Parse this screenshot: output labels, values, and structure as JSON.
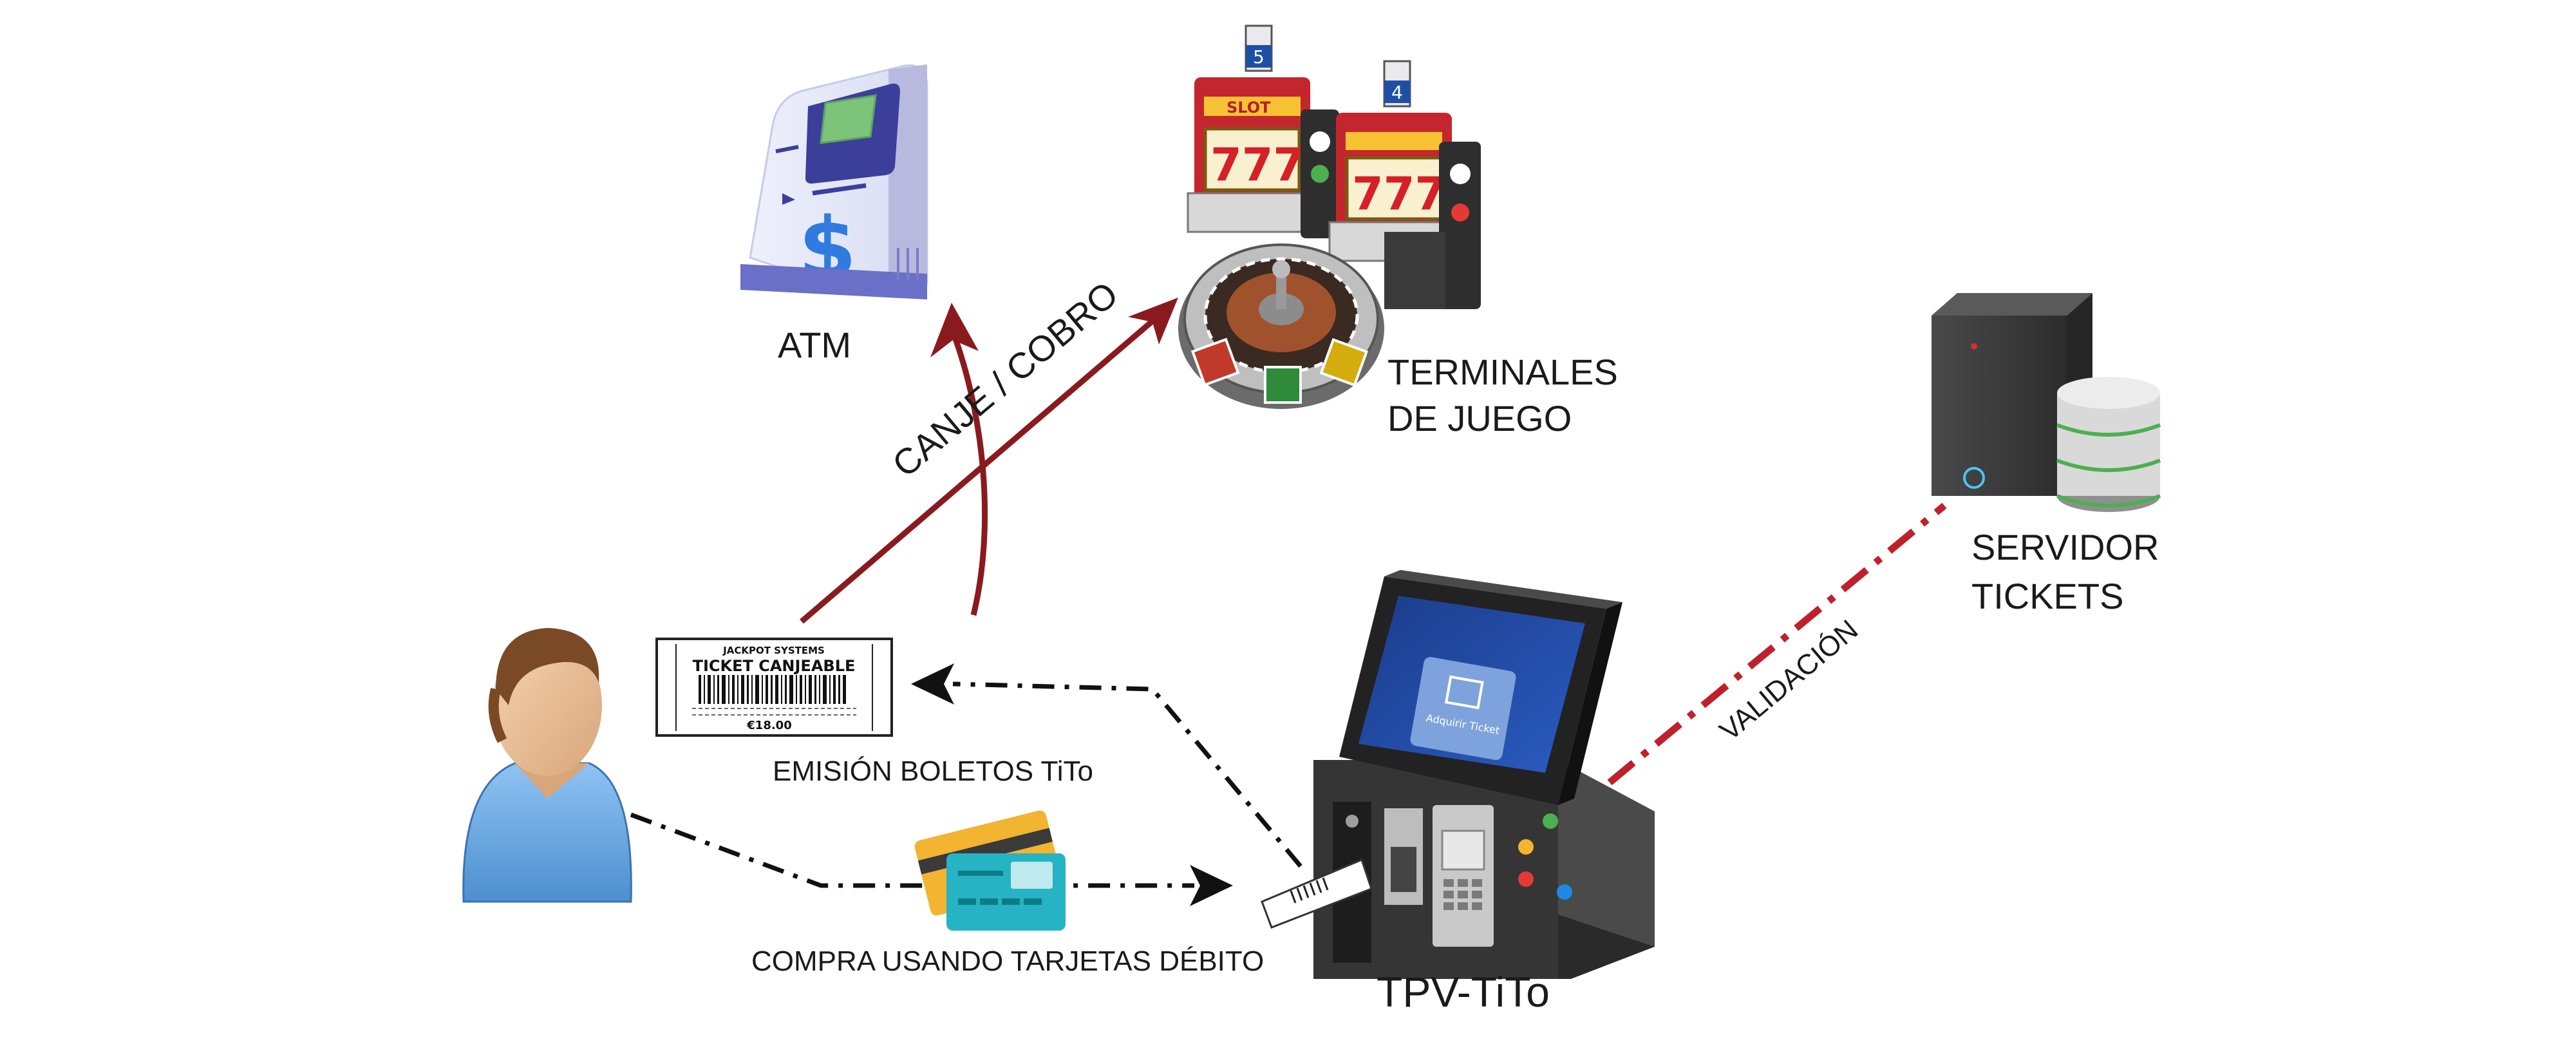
{
  "nodes": {
    "atm": {
      "label": "ATM"
    },
    "terminals": {
      "line1": "TERMINALES",
      "line2": "DE JUEGO"
    },
    "server": {
      "line1": "SERVIDOR",
      "line2": "TICKETS"
    },
    "tpv": {
      "label": "TPV-TiTo",
      "screen_text": "Adquirir Ticket"
    }
  },
  "ticket": {
    "brand": "JACKPOT SYSTEMS",
    "title": "TICKET CANJEABLE",
    "amount": "€18.00"
  },
  "edges": {
    "redeem": "CANJE / COBRO",
    "issue": "EMISIÓN BOLETOS TiTo",
    "purchase": "COMPRA USANDO TARJETAS DÉBITO",
    "validation": "VALIDACIÓN"
  },
  "colors": {
    "arrow_red": "#8b1a1f",
    "validation_red": "#c0202a",
    "flow_black": "#111111"
  }
}
